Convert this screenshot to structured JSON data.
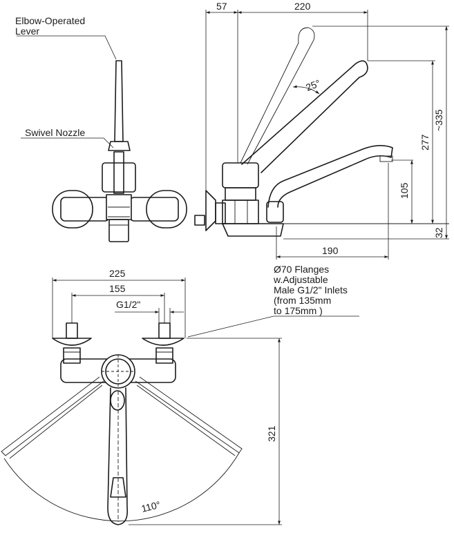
{
  "labels": {
    "elbow_lever_line1": "Elbow-Operated",
    "elbow_lever_line2": "Lever",
    "swivel_nozzle": "Swivel Nozzle",
    "flange_note_line1": "Ø70 Flanges",
    "flange_note_line2": "w.Adjustable",
    "flange_note_line3": "Male G1/2\" Inlets",
    "flange_note_line4": "(from 135mm",
    "flange_note_line5": "to 175mm )"
  },
  "dimensions": {
    "d57": "57",
    "d220": "220",
    "d25deg": "25°",
    "d335": "~335",
    "d277": "277",
    "d105": "105",
    "d32": "32",
    "d190": "190",
    "d225": "225",
    "d155": "155",
    "dG12": "G1/2\"",
    "d321": "321",
    "d110deg": "110°"
  }
}
